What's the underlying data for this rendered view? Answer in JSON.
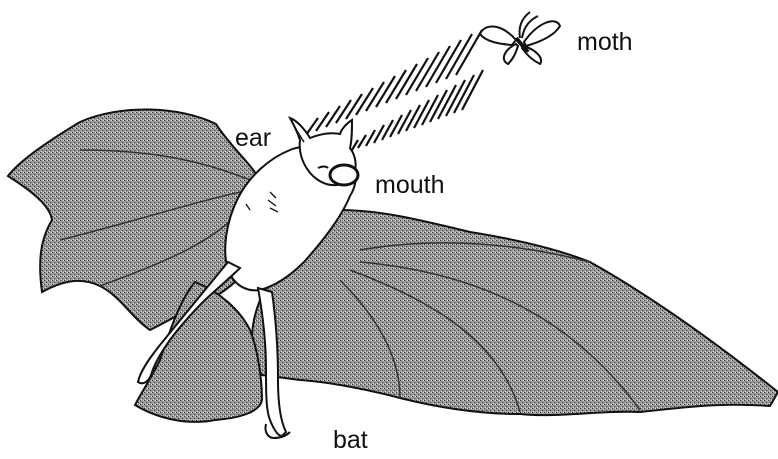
{
  "labels": {
    "moth": "moth",
    "ear": "ear",
    "mouth": "mouth",
    "bat": "bat"
  },
  "colors": {
    "wing_fill": "#8c8c8c",
    "outline": "#111111",
    "body_fill": "#ffffff"
  }
}
